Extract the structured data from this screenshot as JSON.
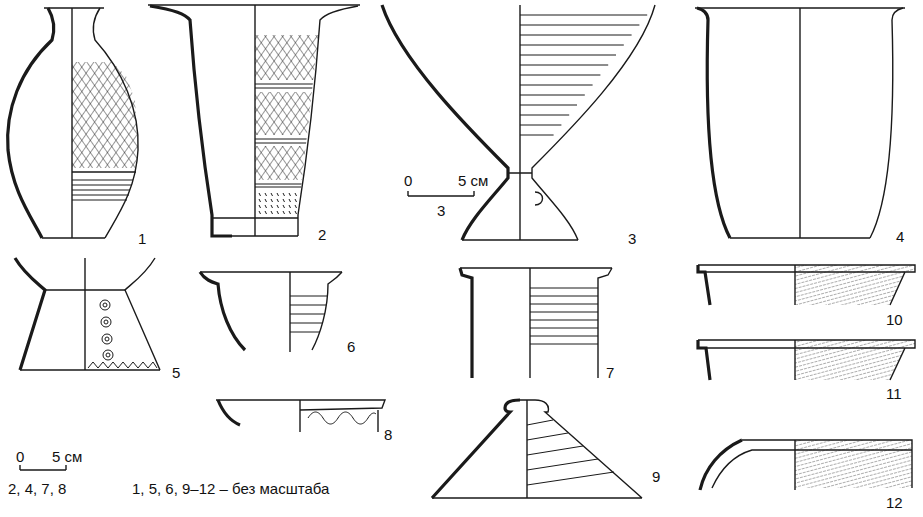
{
  "diagram": {
    "labels": [
      "1",
      "2",
      "0",
      "5 см",
      "3",
      "3",
      "4",
      "5",
      "6",
      "7",
      "10",
      "8",
      "11",
      "9",
      "12",
      "0",
      "5 см",
      "2, 4, 7, 8",
      "1, 5, 6, 9–12 – без масштаба"
    ]
  }
}
